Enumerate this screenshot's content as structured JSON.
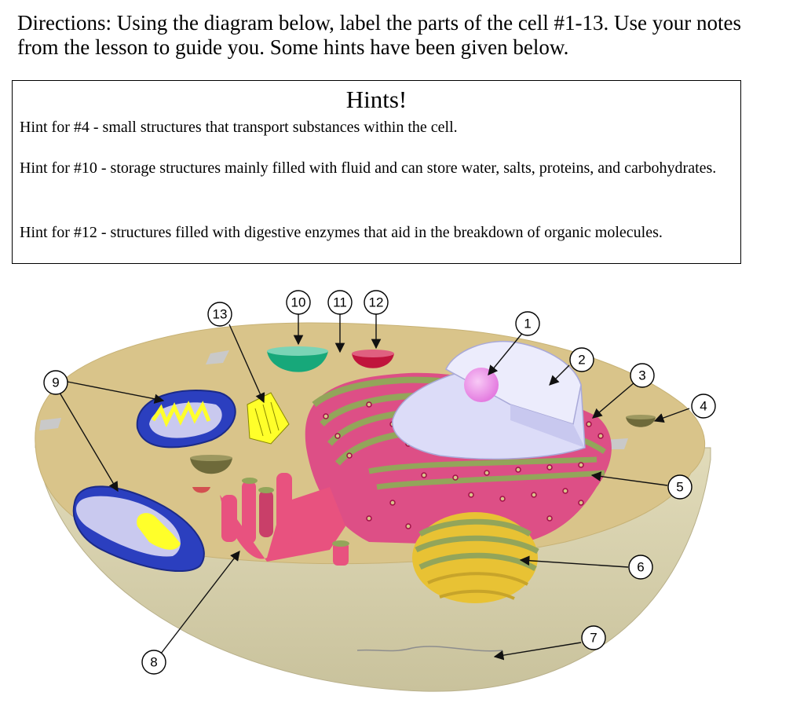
{
  "directions": "Directions: Using the diagram below, label the parts of the cell #1-13. Use your notes from the lesson to guide you. Some hints have been given below.",
  "hints": {
    "title": "Hints!",
    "items": [
      "Hint for #4 - small structures that transport substances within the cell.",
      "Hint for #10 - storage structures mainly filled with fluid and can store water, salts, proteins, and carbohydrates.",
      "Hint for #12 - structures filled with digestive enzymes that aid in the breakdown of organic molecules."
    ]
  },
  "diagram": {
    "labels": [
      "1",
      "2",
      "3",
      "4",
      "5",
      "6",
      "7",
      "8",
      "9",
      "10",
      "11",
      "12",
      "13"
    ],
    "colors": {
      "cytoplasm": "#d9c48a",
      "cell_body": "#ddd6b1",
      "nucleus": "#dcdcf8",
      "nucleolus": "#f2a3ef",
      "er_pink": "#dd4f86",
      "er_green": "#93a55a",
      "golgi": "#e8c234",
      "mitochondria": "#2b3fbf",
      "centriole": "#ffff2a",
      "vacuole_green": "#17a87a",
      "lysosome_red": "#c0143c",
      "vesicle": "#6e6a3a"
    }
  }
}
